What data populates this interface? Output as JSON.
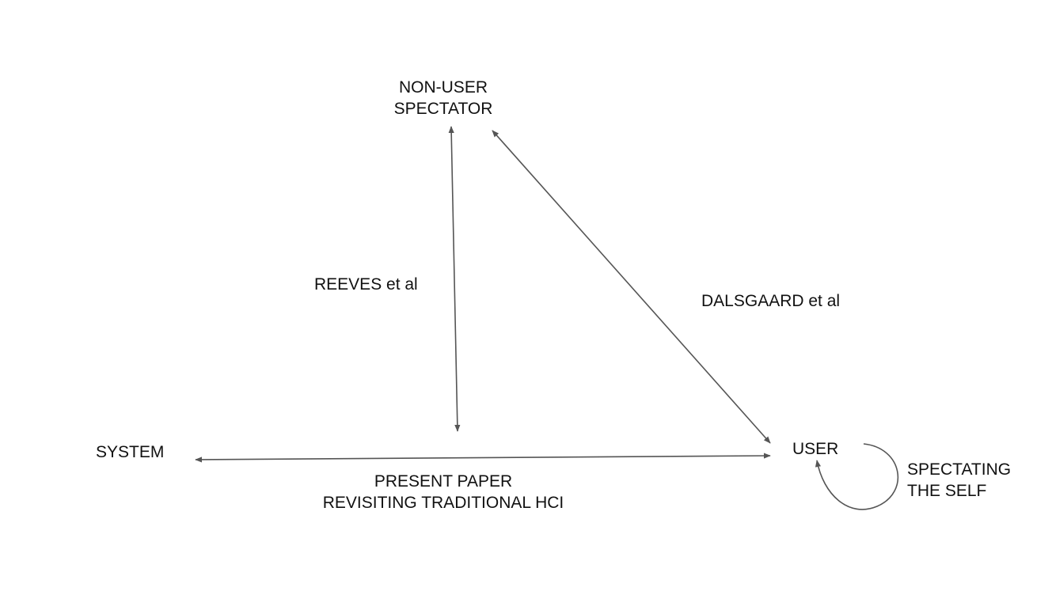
{
  "nodes": {
    "spectator": {
      "line1": "NON-USER",
      "line2": "SPECTATOR"
    },
    "system": {
      "label": "SYSTEM"
    },
    "user": {
      "label": "USER"
    }
  },
  "edges": {
    "reeves": {
      "label": "REEVES et al"
    },
    "dalsgaard": {
      "label": "DALSGAARD et al"
    },
    "present": {
      "line1": "PRESENT PAPER",
      "line2": "REVISITING TRADITIONAL HCI"
    },
    "self": {
      "line1": "SPECTATING",
      "line2": "THE SELF"
    }
  },
  "colors": {
    "stroke": "#555555",
    "text": "#111111"
  }
}
